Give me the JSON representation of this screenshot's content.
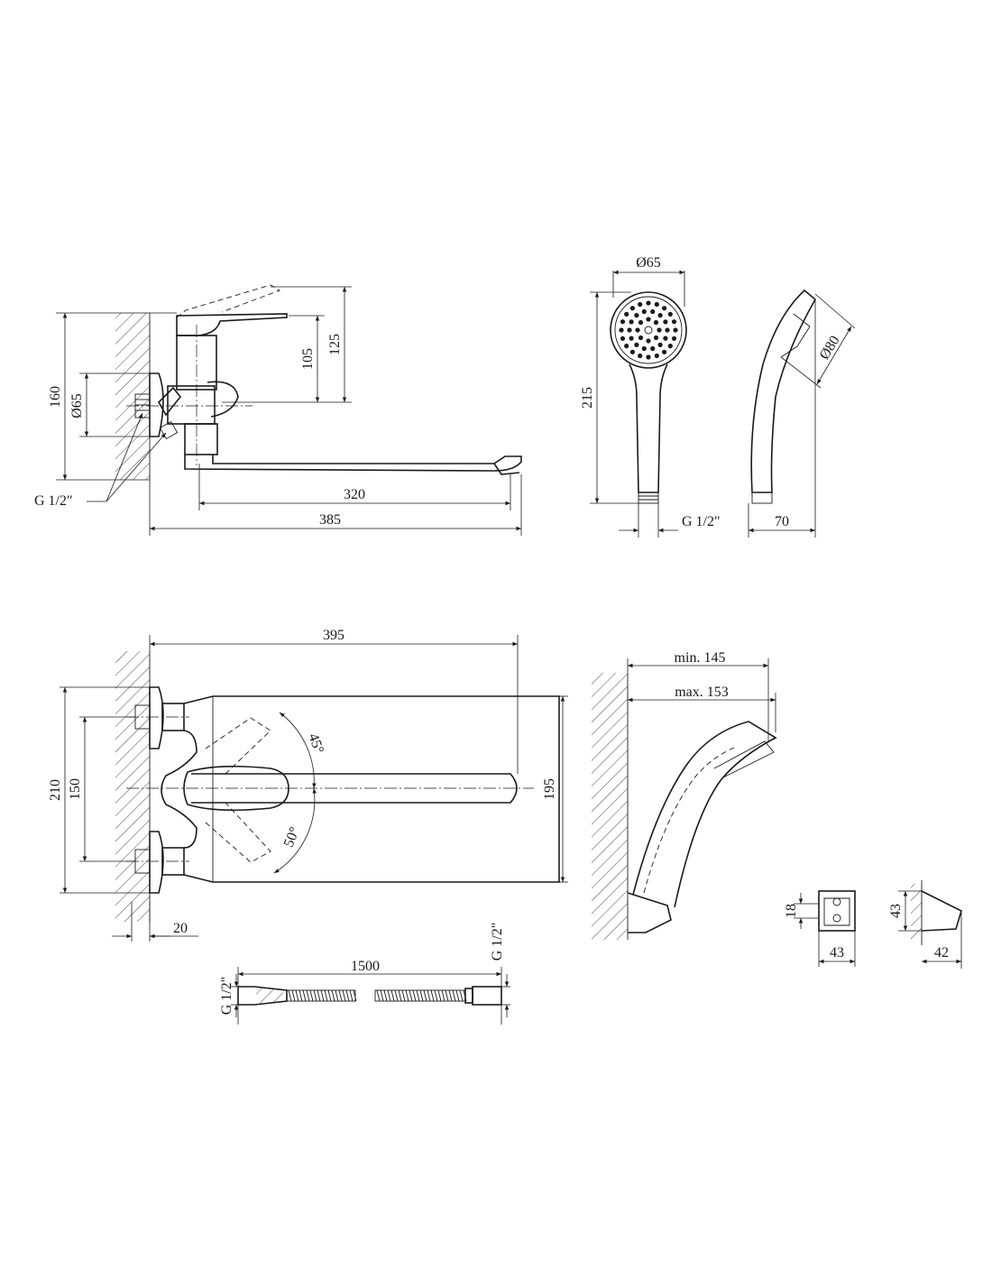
{
  "dimensions": {
    "front": {
      "height_160": "160",
      "dia_65": "Ø65",
      "h_105": "105",
      "h_125": "125",
      "spout_320": "320",
      "total_385": "385",
      "thread": "G 1/2\""
    },
    "shower_head": {
      "dia_65": "Ø65",
      "length_215": "215",
      "thread": "G 1/2\"",
      "depth_70": "70",
      "dia_80": "Ø80"
    },
    "top": {
      "width_395": "395",
      "h_210": "210",
      "h_150": "150",
      "h_195": "195",
      "angle_45": "45°",
      "angle_50": "50°",
      "offset_20": "20"
    },
    "hose": {
      "length_1500": "1500",
      "thread_left": "G 1/2\"",
      "thread_right": "G 1/2\""
    },
    "holder": {
      "min_145": "min. 145",
      "max_153": "max. 153",
      "h_18": "18",
      "w_43": "43",
      "h_43": "43",
      "w_42": "42"
    }
  },
  "colors": {
    "line": "#1a1a1a",
    "background": "#ffffff"
  }
}
